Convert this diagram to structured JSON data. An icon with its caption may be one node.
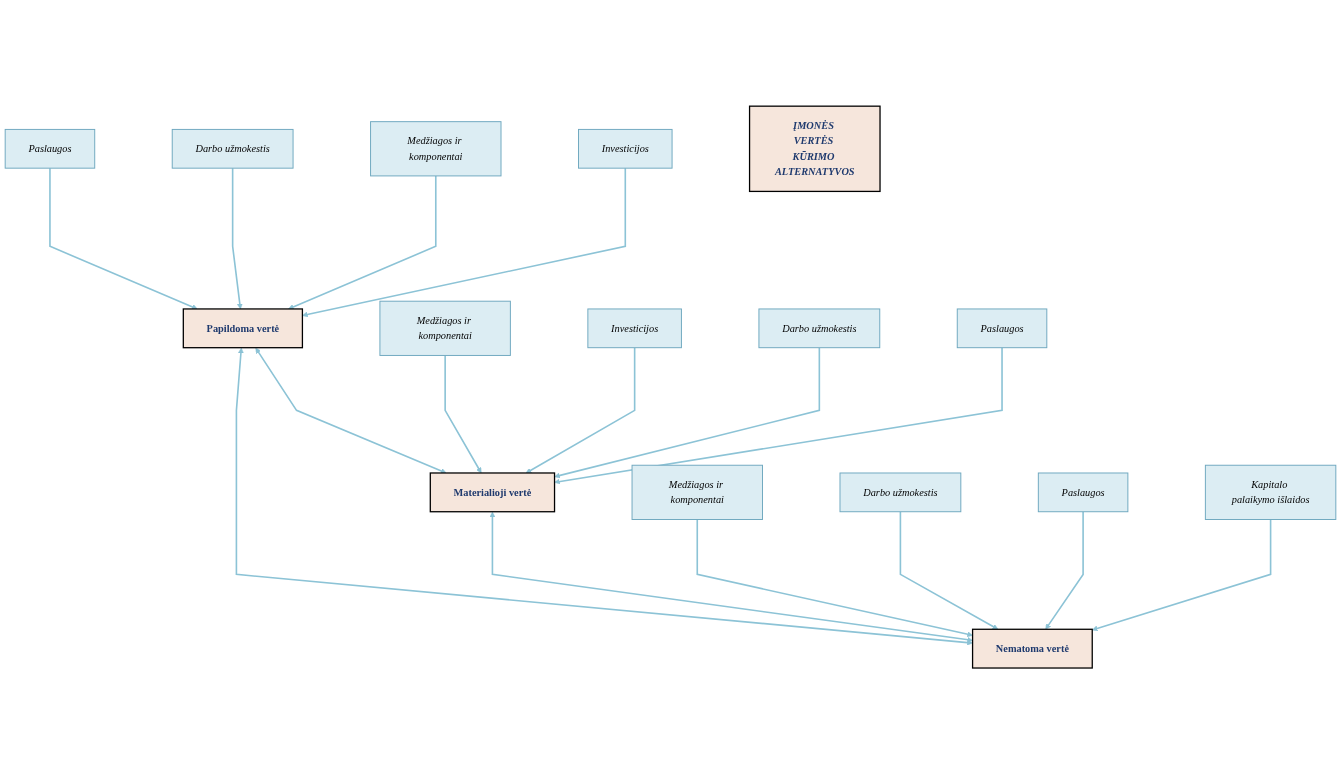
{
  "diagram": {
    "nodes": [
      {
        "text": [
          "Paslaugos"
        ]
      },
      {
        "text": [
          "Darbo užmokestis"
        ]
      },
      {
        "text": [
          "Medžiagos ir komponentai"
        ]
      },
      {
        "text": [
          "Papildoma vertė"
        ]
      },
      {
        "text": [
          "Investicijos"
        ]
      },
      {
        "text": [
          "ĮMONĖS VERTĖS KŪRIMO ALTERNATYVOS"
        ]
      },
      {
        "text": [
          "Medžiagos ir komponentai"
        ]
      },
      {
        "text": [
          "Medžiagos ir komponentai"
        ]
      },
      {
        "text": [
          "Investicijos"
        ]
      },
      {
        "text": [
          "Materialioji vertė"
        ]
      },
      {
        "text": [
          "Nematoma vertė"
        ]
      },
      {
        "text": [
          "Darbo užmokestis"
        ]
      },
      {
        "text": [
          "Darbo užmokestis"
        ]
      },
      {
        "text": [
          "Paslaugos"
        ]
      },
      {
        "text": [
          "Paslaugos"
        ]
      },
      {
        "text": [
          "Kapitalo palaikymo išlaidos"
        ]
      }
    ],
    "edges": [
      {
        "from": 0,
        "to": 3,
        "arrow": "to"
      },
      {
        "from": 1,
        "to": 3,
        "arrow": "to"
      },
      {
        "from": 2,
        "to": 3,
        "arrow": "to"
      },
      {
        "from": 4,
        "to": 3,
        "arrow": "to"
      },
      {
        "from": 3,
        "to": 9,
        "arrow": "both"
      },
      {
        "from": 3,
        "to": 10,
        "arrow": "both"
      },
      {
        "from": 9,
        "to": 10,
        "arrow": "both"
      },
      {
        "from": 6,
        "to": 9,
        "arrow": "to"
      },
      {
        "from": 8,
        "to": 9,
        "arrow": "to"
      },
      {
        "from": 12,
        "to": 9,
        "arrow": "to"
      },
      {
        "from": 13,
        "to": 9,
        "arrow": "to"
      },
      {
        "from": 7,
        "to": 10,
        "arrow": "to"
      },
      {
        "from": 11,
        "to": 10,
        "arrow": "to"
      },
      {
        "from": 14,
        "to": 10,
        "arrow": "to"
      },
      {
        "from": 15,
        "to": 10,
        "arrow": "to"
      }
    ]
  }
}
